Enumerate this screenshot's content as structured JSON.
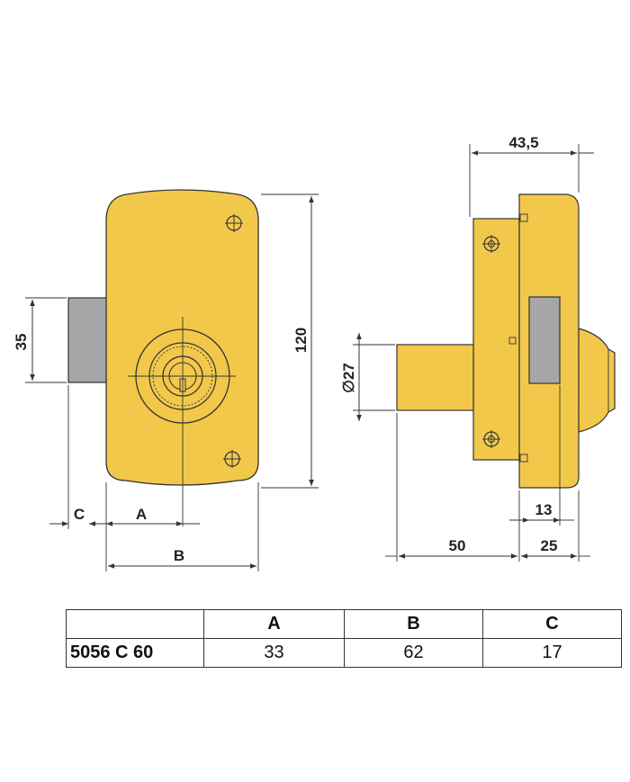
{
  "dimensions": {
    "height_35": "35",
    "height_120": "120",
    "label_c": "C",
    "label_a": "A",
    "label_b": "B",
    "width_43_5": "43,5",
    "diameter_27": "∅27",
    "depth_13": "13",
    "length_50": "50",
    "depth_25": "25"
  },
  "table": {
    "headers": [
      "A",
      "B",
      "C"
    ],
    "rows": [
      {
        "model": "5056 C 60",
        "values": [
          "33",
          "62",
          "17"
        ]
      }
    ]
  },
  "colors": {
    "body": "#f2c84b",
    "body_edge": "#c9a230",
    "bolt": "#a6a6a8",
    "line": "#333333"
  }
}
